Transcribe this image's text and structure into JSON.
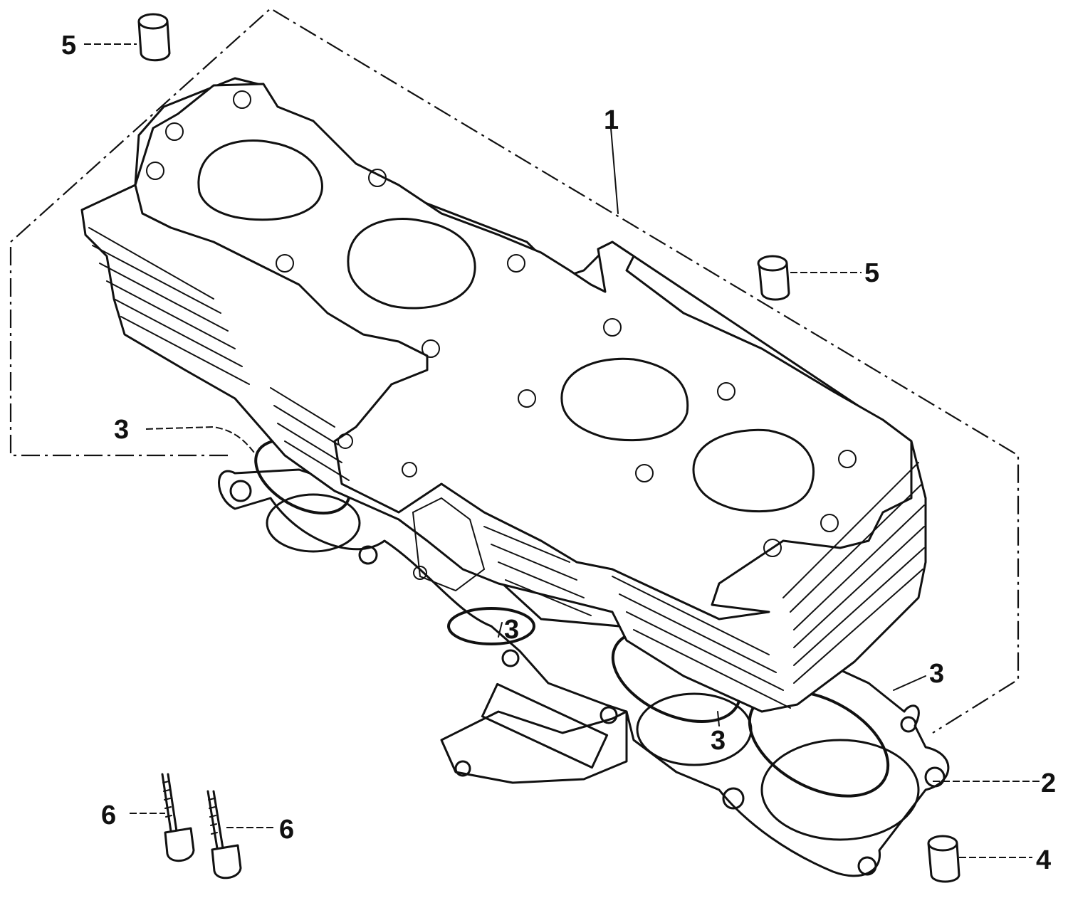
{
  "callouts": {
    "c1": "1",
    "c2": "2",
    "c3a": "3",
    "c3b": "3",
    "c3c": "3",
    "c3d": "3",
    "c4": "4",
    "c5a": "5",
    "c5b": "5",
    "c6a": "6",
    "c6b": "6"
  },
  "colors": {
    "ink": "#111111",
    "paper": "#ffffff"
  }
}
